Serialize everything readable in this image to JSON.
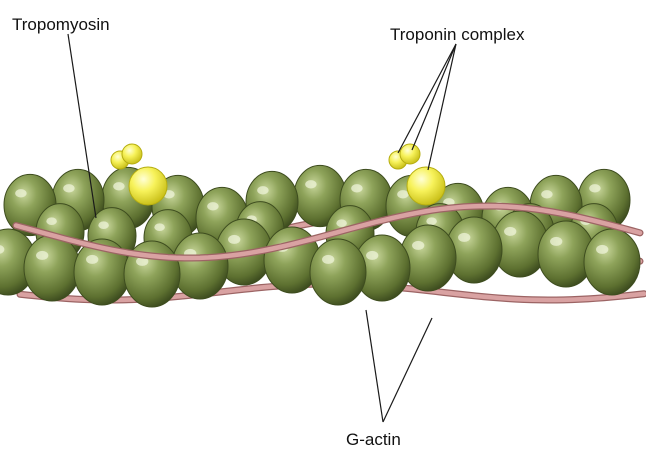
{
  "labels": {
    "tropomyosin": "Tropomyosin",
    "troponin_complex": "Troponin complex",
    "g_actin": "G-actin"
  },
  "colors": {
    "actin_light": "#9fb46c",
    "actin_mid": "#6b7f3c",
    "actin_dark": "#3e4d1f",
    "tropomyosin": "#d9a2a2",
    "tropomyosin_edge": "#9c6464",
    "troponin_light": "#ffffb0",
    "troponin": "#f2ef3c",
    "troponin_edge": "#b5ad10",
    "leader_line": "#1a1a1a"
  }
}
